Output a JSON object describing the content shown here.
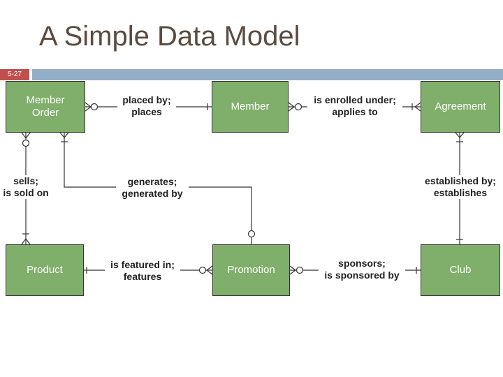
{
  "slide": {
    "title": "A Simple Data Model",
    "number": "5-27"
  },
  "entities": {
    "member_order": "Member\nOrder",
    "member": "Member",
    "agreement": "Agreement",
    "product": "Product",
    "promotion": "Promotion",
    "club": "Club"
  },
  "relationships": {
    "placed_by": {
      "line1": "placed by;",
      "line2": "places"
    },
    "enrolled_under": {
      "line1": "is enrolled under;",
      "line2": "applies to"
    },
    "sells": {
      "line1": "sells;",
      "line2": "is sold on"
    },
    "generates": {
      "line1": "generates;",
      "line2": "generated by"
    },
    "established_by": {
      "line1": "established by;",
      "line2": "establishes"
    },
    "featured_in": {
      "line1": "is featured in;",
      "line2": "features"
    },
    "sponsors": {
      "line1": "sponsors;",
      "line2": "is sponsored by"
    }
  },
  "colors": {
    "entity_fill": "#7faf6a",
    "title_text": "#5b4a3f",
    "slide_number_bg": "#c0504d",
    "header_bar": "#94aec8"
  }
}
